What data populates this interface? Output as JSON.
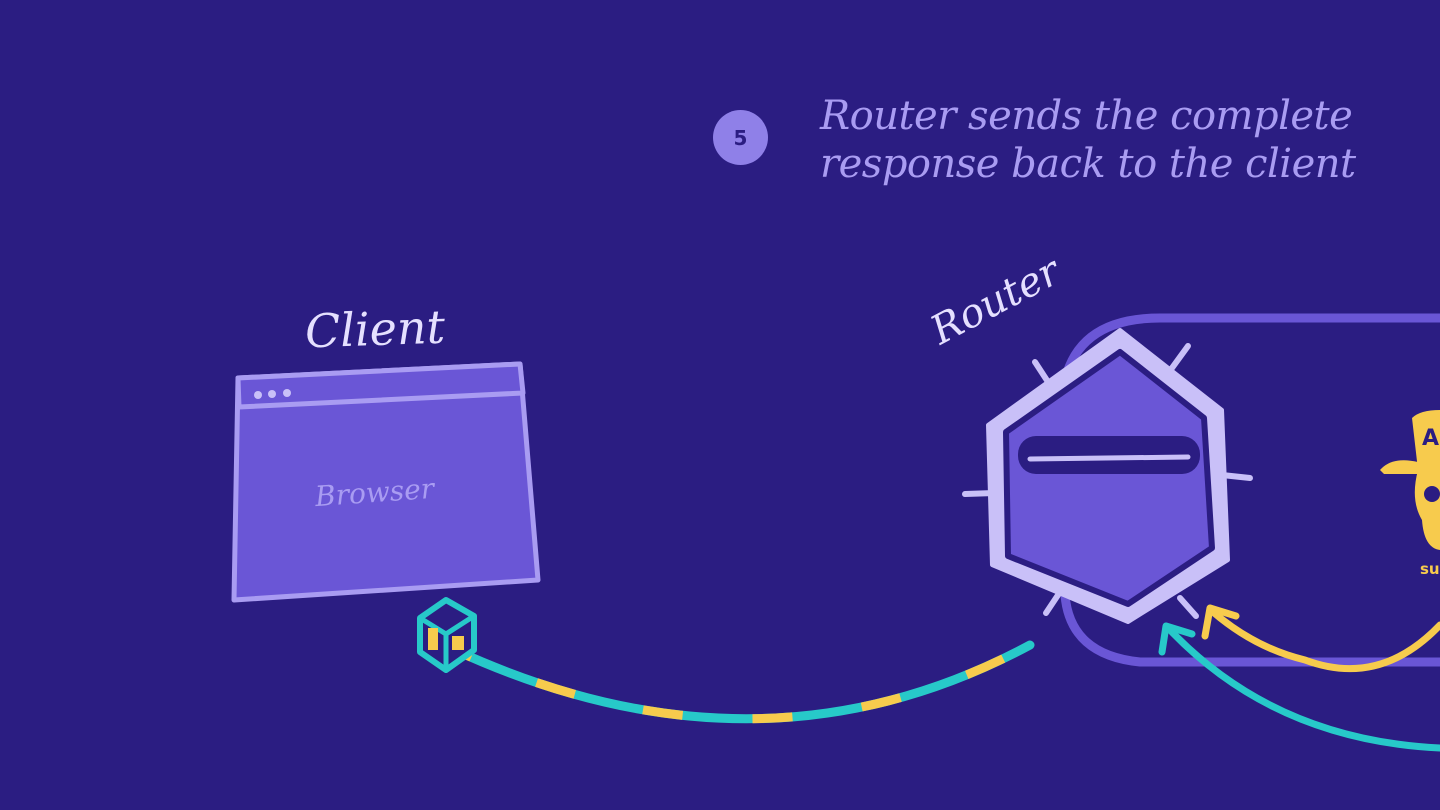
{
  "step": {
    "number": "5",
    "caption_lines": [
      "Router sends the complete",
      "response back to the client"
    ]
  },
  "client": {
    "label": "Client",
    "window_label": "Browser"
  },
  "router": {
    "label": "Router"
  },
  "subgraph": {
    "label_fragment": "su",
    "badge_fragment": "A"
  },
  "colors": {
    "background": "#2b1d82",
    "accent_purple": "#6a56d6",
    "light_purple": "#c9c0f8",
    "teal": "#27c9c9",
    "yellow": "#f7cb4d"
  }
}
